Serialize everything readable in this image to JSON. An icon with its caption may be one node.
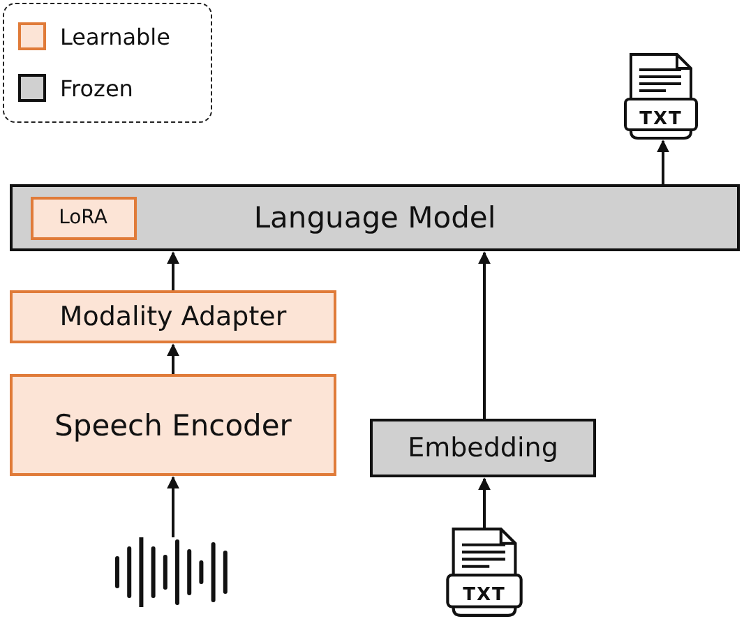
{
  "diagram": {
    "nodes": [
      {
        "text": [
          "TXT"
        ]
      },
      {
        "text": [
          "Language Model"
        ]
      },
      {
        "text": [
          "LoRA"
        ],
        "in": 1
      },
      {
        "text": [
          "Modality Adapter"
        ]
      },
      {
        "text": [
          "Speech Encoder"
        ]
      },
      {
        "text": [
          "Embedding"
        ]
      },
      {
        "text": [],
        "shape": "picture"
      },
      {
        "text": [
          "TXT"
        ]
      }
    ],
    "edges": [
      {
        "from": 1,
        "to": 0,
        "arrow": "to"
      },
      {
        "from": 3,
        "to": 1,
        "arrow": "to"
      },
      {
        "from": 4,
        "to": 3,
        "arrow": "to"
      },
      {
        "from": 6,
        "to": 4,
        "arrow": "to"
      },
      {
        "from": 7,
        "to": 5,
        "arrow": "to"
      },
      {
        "from": 5,
        "to": 1,
        "arrow": "to"
      }
    ],
    "legend": [
      {
        "text": "Learnable",
        "color": "#fce4d6"
      },
      {
        "text": "Frozen",
        "color": "#d0d0d0"
      }
    ]
  }
}
